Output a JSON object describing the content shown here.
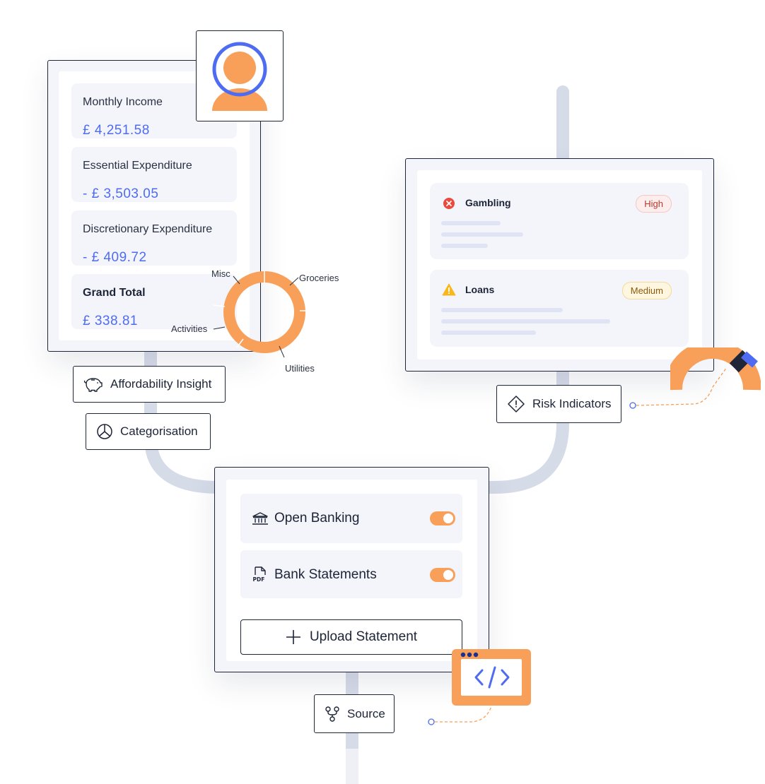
{
  "finance": {
    "items": [
      {
        "label": "Monthly Income",
        "value": "£ 4,251.58"
      },
      {
        "label": "Essential Expenditure",
        "value": "- £ 3,503.05"
      },
      {
        "label": "Discretionary Expenditure",
        "value": "- £ 409.72"
      },
      {
        "label": "Grand Total",
        "value": "£ 338.81"
      }
    ]
  },
  "donut": {
    "labels": {
      "misc": "Misc",
      "groceries": "Groceries",
      "activities": "Activities",
      "utilities": "Utilities"
    },
    "color": "#f8a05a"
  },
  "labels": {
    "affordability": "Affordability Insight",
    "categorisation": "Categorisation",
    "risk_indicators": "Risk Indicators",
    "source": "Source"
  },
  "risk": {
    "items": [
      {
        "title": "Gambling",
        "level": "High"
      },
      {
        "title": "Loans",
        "level": "Medium"
      }
    ]
  },
  "sources": {
    "items": [
      {
        "label": "Open Banking",
        "enabled": true
      },
      {
        "label": "Bank Statements",
        "enabled": true
      }
    ],
    "upload_label": "Upload Statement"
  },
  "colors": {
    "accent_blue": "#4e6cf2",
    "accent_orange": "#f8a05a",
    "border": "#1f2638",
    "connector": "#d6dbe8"
  }
}
